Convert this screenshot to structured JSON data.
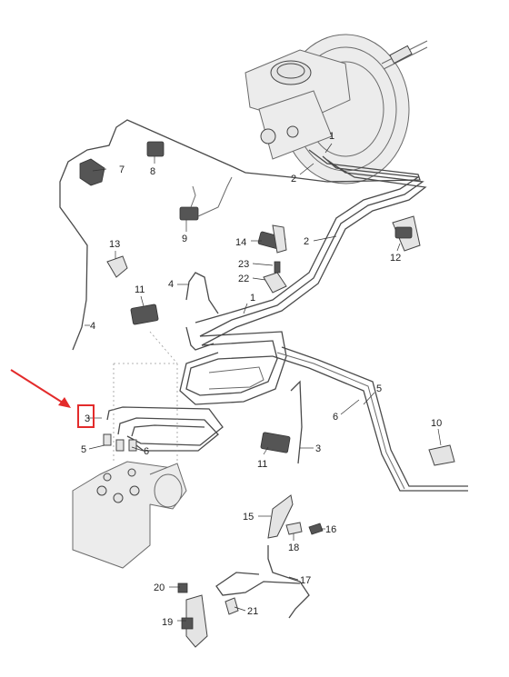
{
  "callouts": [
    {
      "id": "c1",
      "text": "1"
    },
    {
      "id": "c2a",
      "text": "2"
    },
    {
      "id": "c2b",
      "text": "2"
    },
    {
      "id": "c3a",
      "text": "3"
    },
    {
      "id": "c3b",
      "text": "3"
    },
    {
      "id": "c4a",
      "text": "4"
    },
    {
      "id": "c4b",
      "text": "4"
    },
    {
      "id": "c5a",
      "text": "5"
    },
    {
      "id": "c5b",
      "text": "5"
    },
    {
      "id": "c6a",
      "text": "6"
    },
    {
      "id": "c6b",
      "text": "6"
    },
    {
      "id": "c7",
      "text": "7"
    },
    {
      "id": "c8",
      "text": "8"
    },
    {
      "id": "c9",
      "text": "9"
    },
    {
      "id": "c10",
      "text": "10"
    },
    {
      "id": "c11a",
      "text": "11"
    },
    {
      "id": "c11b",
      "text": "11"
    },
    {
      "id": "c12",
      "text": "12"
    },
    {
      "id": "c13",
      "text": "13"
    },
    {
      "id": "c14",
      "text": "14"
    },
    {
      "id": "c15",
      "text": "15"
    },
    {
      "id": "c16",
      "text": "16"
    },
    {
      "id": "c17",
      "text": "17"
    },
    {
      "id": "c18",
      "text": "18"
    },
    {
      "id": "c19",
      "text": "19"
    },
    {
      "id": "c20",
      "text": "20"
    },
    {
      "id": "c21",
      "text": "21"
    },
    {
      "id": "c22",
      "text": "22"
    },
    {
      "id": "c23",
      "text": "23"
    },
    {
      "id": "c1b",
      "text": "1"
    }
  ],
  "highlight": {
    "text": "3",
    "color": "#e32b2b"
  },
  "colors": {
    "arrow": "#e32b2b",
    "ink": "#222222",
    "pipe": "#4a4a4a"
  }
}
